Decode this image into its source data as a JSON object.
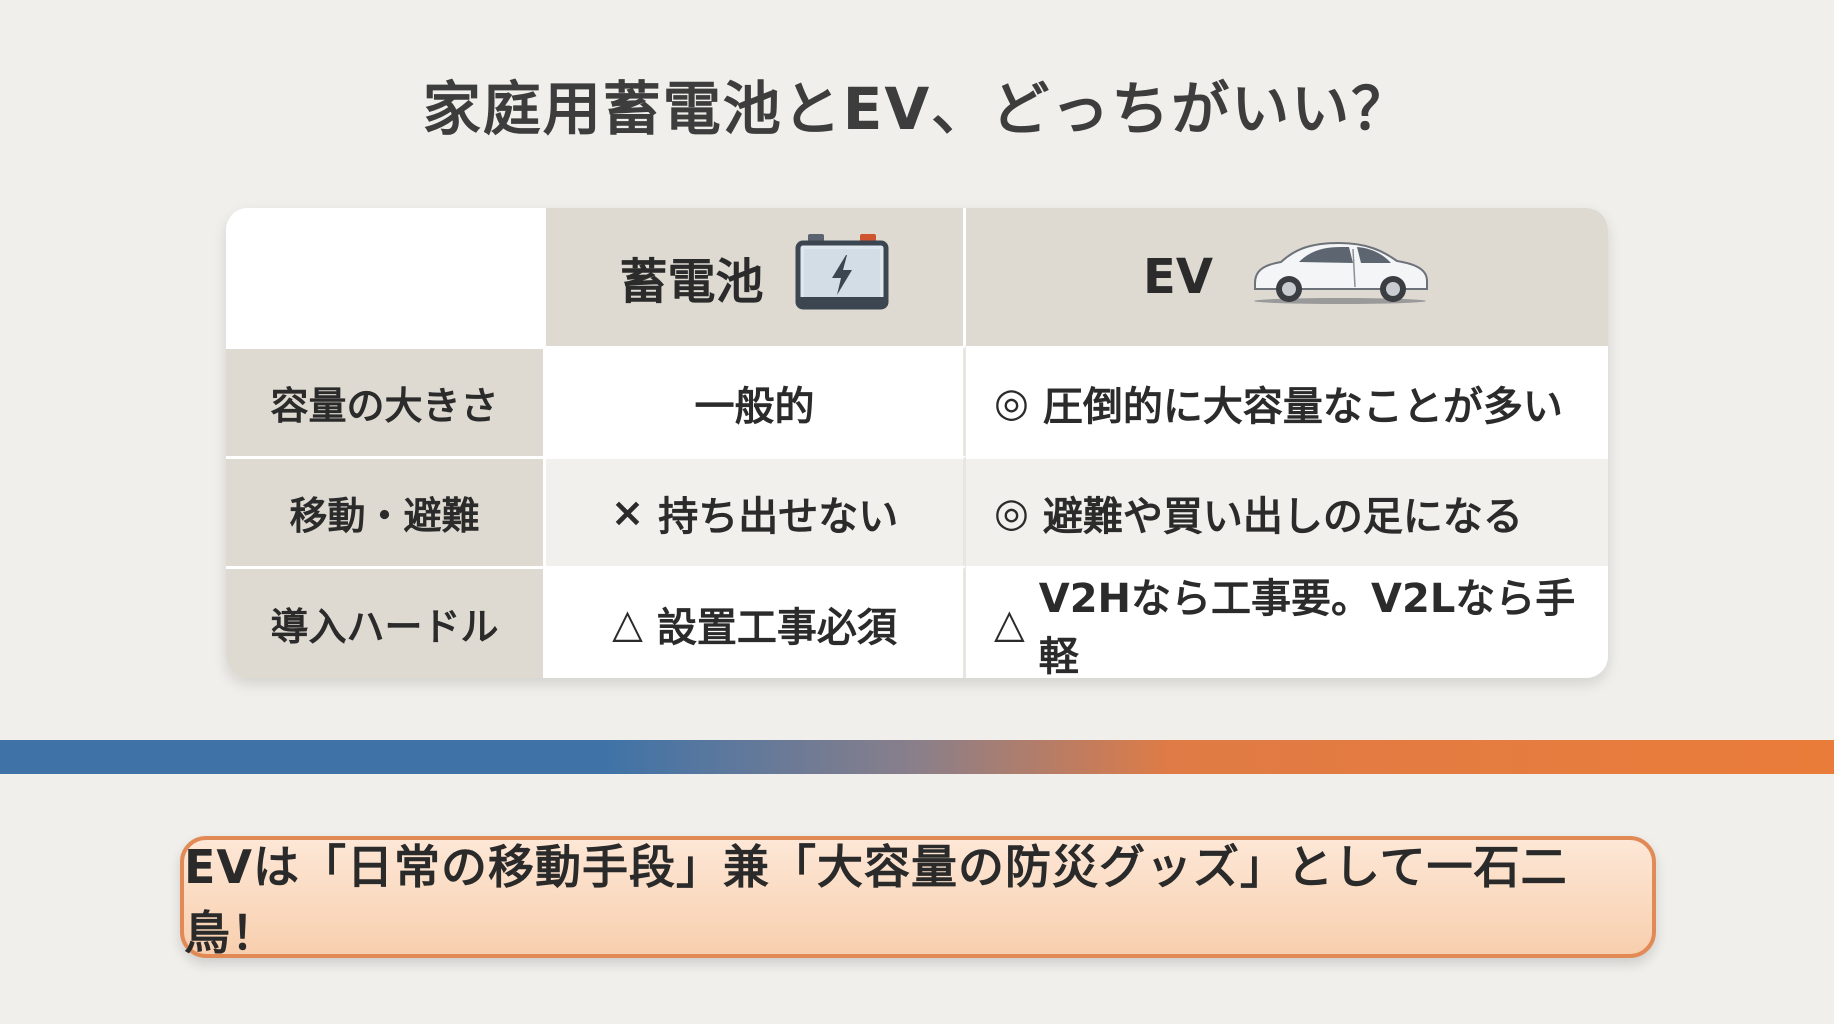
{
  "title": "家庭用蓄電池とEV、どっちがいい？",
  "table": {
    "headers": [
      {
        "label": "蓄電池",
        "icon": "battery-icon"
      },
      {
        "label": "EV",
        "icon": "car-icon"
      }
    ],
    "rows": [
      {
        "label": "容量の大きさ",
        "battery": {
          "mark": "",
          "text": "一般的"
        },
        "ev": {
          "mark": "◎",
          "text": "圧倒的に大容量なことが多い"
        }
      },
      {
        "label": "移動・避難",
        "battery": {
          "mark": "×",
          "text": "持ち出せない"
        },
        "ev": {
          "mark": "◎",
          "text": "避難や買い出しの足になる"
        }
      },
      {
        "label": "導入ハードル",
        "battery": {
          "mark": "△",
          "text": "設置工事必須"
        },
        "ev": {
          "mark": "△",
          "text": "V2Hなら工事要。V2Lなら手軽"
        }
      }
    ]
  },
  "summary": "EVは「日常の移動手段」兼「大容量の防災グッズ」として一石二鳥！",
  "colors": {
    "background": "#f0efeb",
    "header_fill": "#dedad2",
    "divider_blue": "#3f73a8",
    "divider_orange": "#ea7c3a",
    "summary_border": "#e18a55",
    "summary_fill": "#fbdcc3"
  }
}
